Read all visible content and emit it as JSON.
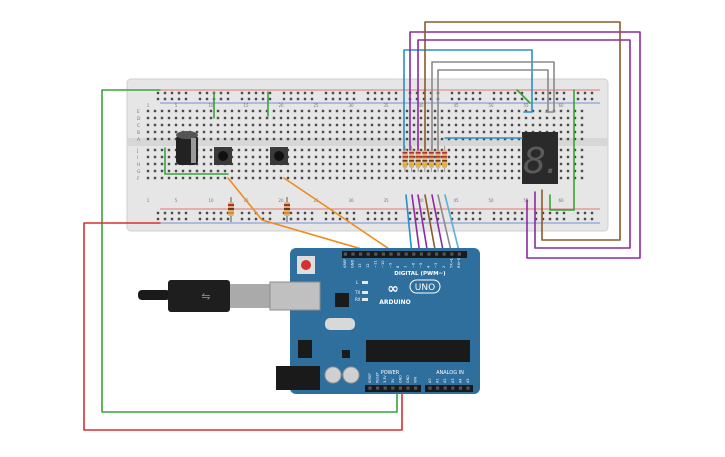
{
  "board": {
    "brand": "ARDUINO",
    "model": "UNO",
    "digital_label": "DIGITAL (PWM~)",
    "power_label": "POWER",
    "analog_label": "ANALOG IN",
    "led_tx": "TX",
    "led_rx": "RX",
    "led_l": "L",
    "digital_pins": [
      "AREF",
      "GND",
      "13",
      "12",
      "~11",
      "~10",
      "~9",
      "8",
      "7",
      "~6",
      "~5",
      "4",
      "~3",
      "2",
      "TX→1",
      "RX←0"
    ],
    "power_pins": [
      "IOREF",
      "RESET",
      "3.3V",
      "5V",
      "GND",
      "GND",
      "VIN"
    ],
    "analog_pins": [
      "A0",
      "A1",
      "A2",
      "A3",
      "A4",
      "A5"
    ]
  },
  "breadboard": {
    "rows_left": [
      "A",
      "B",
      "C",
      "D",
      "E"
    ],
    "rows_right": [
      "F",
      "G",
      "H",
      "I",
      "J"
    ],
    "col_numbers": [
      "1",
      "5",
      "10",
      "15",
      "20",
      "25",
      "30",
      "35",
      "40",
      "45",
      "50",
      "55",
      "60"
    ]
  },
  "display": {
    "digit": "8."
  },
  "colors": {
    "breadboard": "#e9e9e9",
    "board": "#2f6f9e",
    "wire_green": "#3aa33a",
    "wire_red": "#d63030",
    "wire_orange": "#f08a1c",
    "wire_purple": "#8c2aa0",
    "wire_brown": "#8a5a2a",
    "wire_blue": "#2a8fc8",
    "wire_gray": "#8a8a8a"
  }
}
